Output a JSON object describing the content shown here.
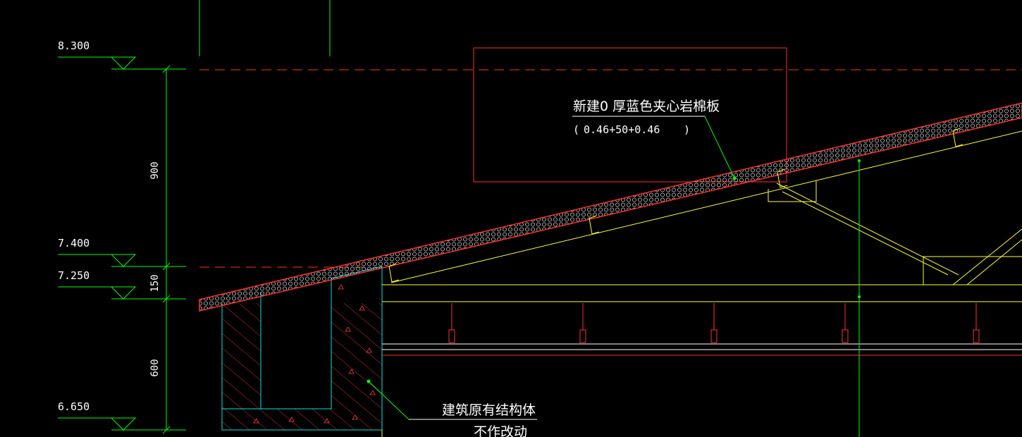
{
  "elevations": [
    {
      "value": "8.300"
    },
    {
      "value": "7.400"
    },
    {
      "value": "7.250"
    },
    {
      "value": "6.650"
    }
  ],
  "dimensions": [
    {
      "value": "900"
    },
    {
      "value": "150"
    },
    {
      "value": "600"
    }
  ],
  "annotations": {
    "panel_title": "新建0 厚蓝色夹心岩棉板",
    "panel_spec_open": "(",
    "panel_spec": "0.46+50+0.46",
    "panel_spec_close": ")",
    "structure_line1": "建筑原有结构体",
    "structure_line2": "不作改动"
  },
  "colors": {
    "background": "#000000",
    "elevation_lines": "#00ff00",
    "roof_panel": "#ff2a2a",
    "purlins_truss": "#ffff33",
    "concrete_outline": "#00e5e5",
    "text": "#ffffff",
    "hatch": "#ff4040"
  }
}
